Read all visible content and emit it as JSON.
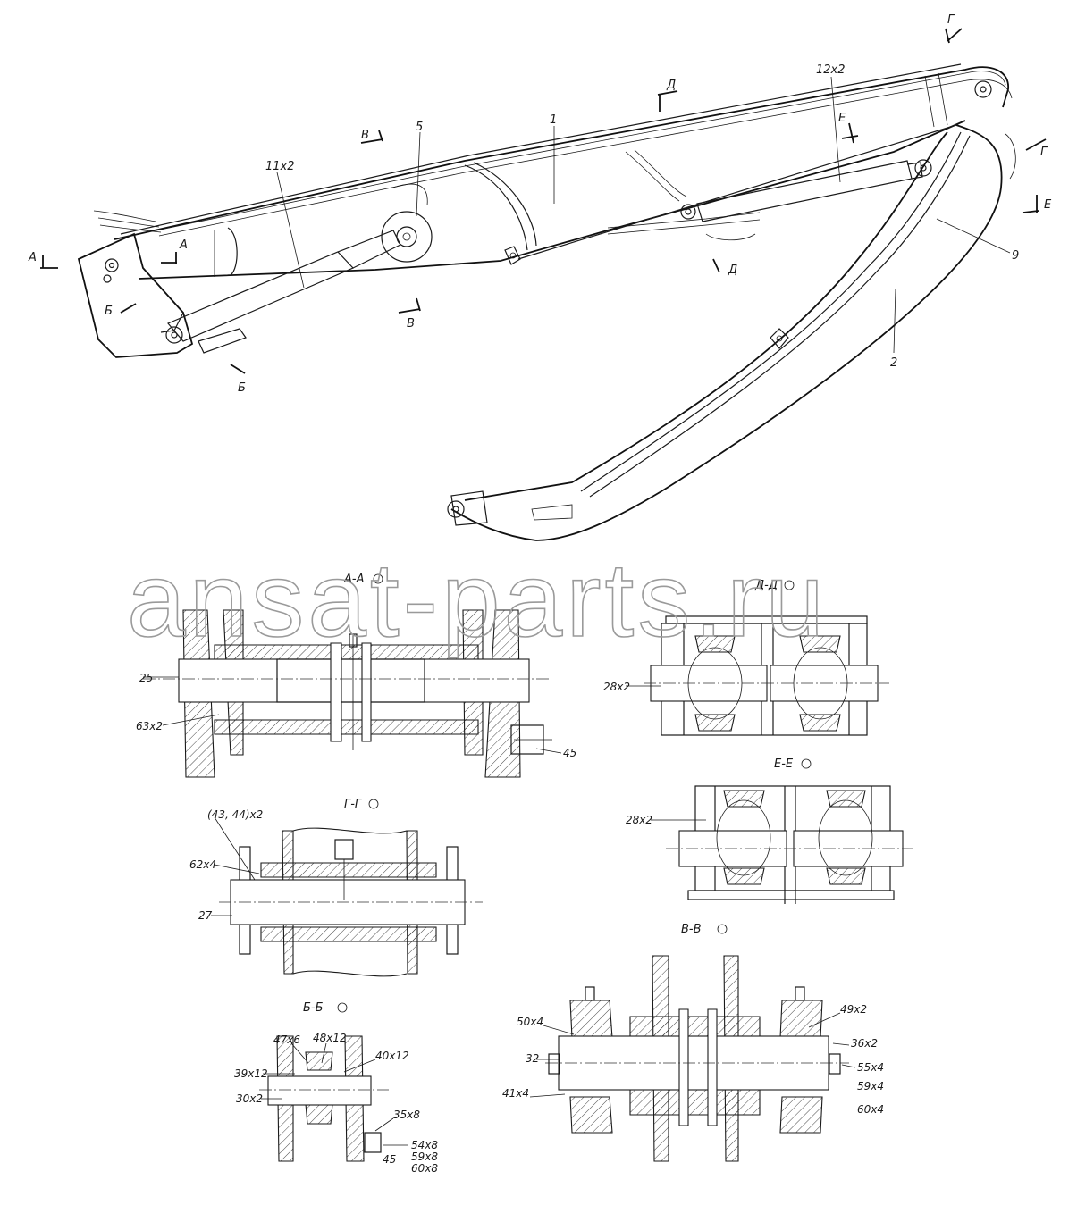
{
  "watermark": "ansat-parts.ru",
  "main_view": {
    "part_labels": {
      "p1": "1",
      "p2": "2",
      "p5": "5",
      "p9": "9",
      "p11": "11x2",
      "p12": "12x2"
    },
    "section_markers": {
      "a1": "А",
      "a2": "А",
      "b1": "Б",
      "b2": "Б",
      "v1": "В",
      "v2": "В",
      "g1": "Г",
      "g2": "Г",
      "d1": "Д",
      "d2": "Д",
      "e1": "Е",
      "e2": "Е"
    }
  },
  "sections": {
    "aa": {
      "title": "А-А",
      "labels": {
        "l25": "25",
        "l63": "63x2",
        "l45": "45"
      }
    },
    "dd": {
      "title": "Д-Д",
      "labels": {
        "l28": "28x2"
      }
    },
    "ee": {
      "title": "Е-Е",
      "labels": {
        "l28": "28x2"
      }
    },
    "gg": {
      "title": "Г-Г",
      "labels": {
        "l43": "(43, 44)x2",
        "l62": "62x4",
        "l27": "27"
      }
    },
    "vv": {
      "title": "В-В",
      "labels": {
        "l50": "50x4",
        "l32": "32",
        "l41": "41x4",
        "l49": "49x2",
        "l36": "36x2",
        "l55": "55x4",
        "l59": "59x4",
        "l60": "60x4"
      }
    },
    "bb": {
      "title": "Б-Б",
      "labels": {
        "l47": "47x6",
        "l48": "48x12",
        "l40": "40x12",
        "l39": "39x12",
        "l30": "30x2",
        "l35": "35x8",
        "l54": "54x8",
        "l59": "59x8",
        "l60": "60x8",
        "l45": "45"
      }
    }
  }
}
